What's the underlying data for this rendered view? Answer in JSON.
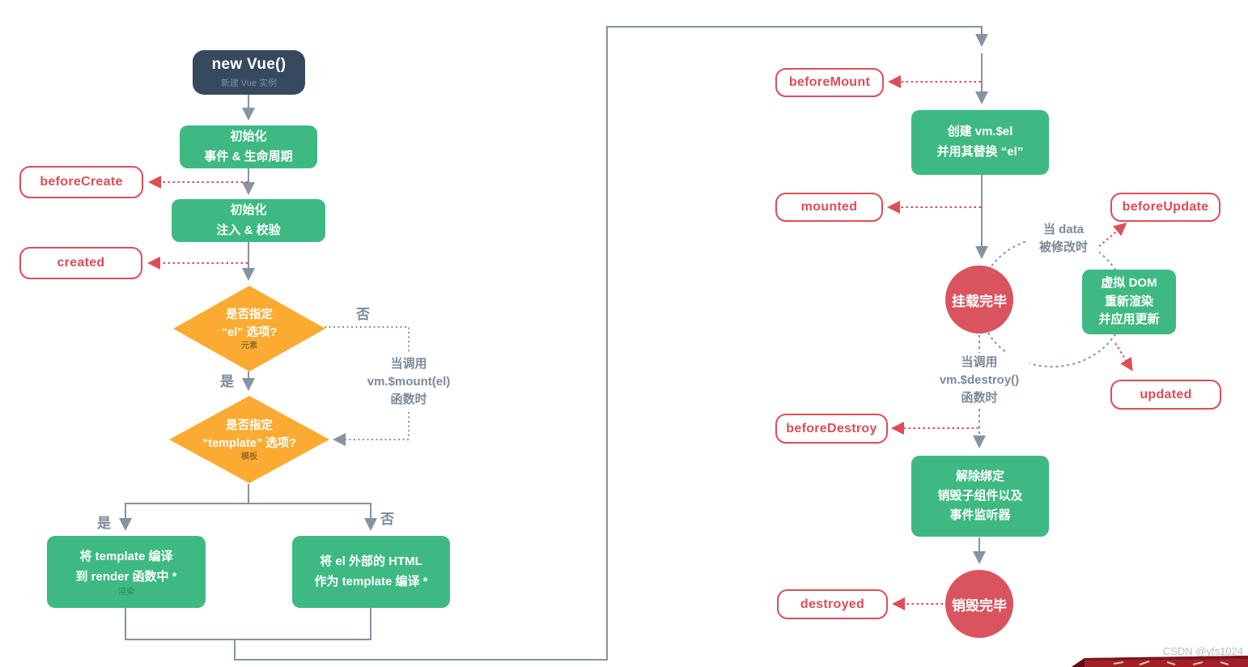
{
  "palette": {
    "green": "#3eb983",
    "navy": "#36495e",
    "hook_red": "#de4d58",
    "orange": "#fcab32",
    "line_slate": "#8494a2",
    "note_slate": "#7b8a99"
  },
  "left": {
    "new_vue": {
      "title": "new Vue()",
      "subtitle": "新建 Vue 实例"
    },
    "init_events": {
      "line1": "初始化",
      "line2": "事件 & 生命周期"
    },
    "init_injections": {
      "line1": "初始化",
      "line2": "注入 & 校验"
    },
    "diamond_el": {
      "line1": "是否指定",
      "line2": "“el” 选项?",
      "sub": "元素"
    },
    "no1": "否",
    "mount_note": {
      "line1": "当调用",
      "line2": "vm.$mount(el)",
      "line3": "函数时"
    },
    "yes1": "是",
    "diamond_template": {
      "line1": "是否指定",
      "line2": "“template” 选项?",
      "sub": "模板"
    },
    "yes2": "是",
    "no2": "否",
    "compile_template": {
      "line1": "将 template 编译",
      "line2": "到 render 函数中 *",
      "sub": "渲染"
    },
    "outer_html": {
      "line1": "将 el 外部的 HTML",
      "line2": "作为 template 编译 *"
    }
  },
  "right": {
    "create_el": {
      "line1": "创建  vm.$el",
      "line2": "并用其替换 “el”"
    },
    "mounted_done": "挂载完毕",
    "data_changed": {
      "line1": "当 data",
      "line2": "被修改时"
    },
    "virtual_dom": {
      "line1": "虚拟 DOM",
      "line2": "重新渲染",
      "line3": "并应用更新"
    },
    "destroy_note": {
      "line1": "当调用",
      "line2": "vm.$destroy()",
      "line3": "函数时"
    },
    "teardown": {
      "line1": "解除绑定",
      "line2": "销毁子组件以及",
      "line3": "事件监听器"
    },
    "destroyed_done": "销毁完毕"
  },
  "hooks": {
    "beforeCreate": "beforeCreate",
    "created": "created",
    "beforeMount": "beforeMount",
    "mounted": "mounted",
    "beforeUpdate": "beforeUpdate",
    "updated": "updated",
    "beforeDestroy": "beforeDestroy",
    "destroyed": "destroyed"
  },
  "watermark": "CSDN @yfs1024"
}
